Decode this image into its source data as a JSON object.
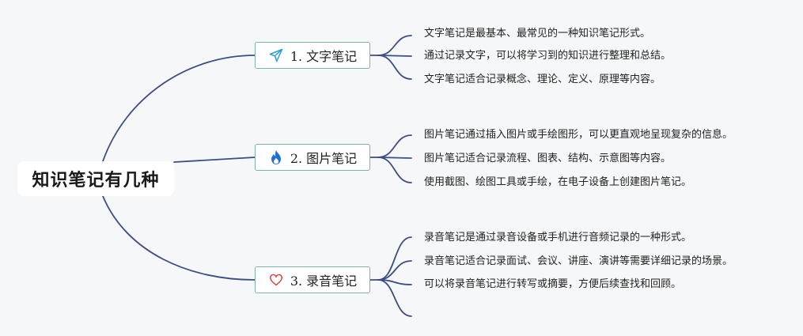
{
  "root": {
    "title": "知识笔记有几种"
  },
  "branches": [
    {
      "label": "1. 文字笔记",
      "icon": "paper-plane-icon",
      "items": [
        "文字笔记是最基本、最常见的一种知识笔记形式。",
        "通过记录文字，可以将学习到的知识进行整理和总结。",
        "文字笔记适合记录概念、理论、定义、原理等内容。"
      ]
    },
    {
      "label": "2. 图片笔记",
      "icon": "flame-icon",
      "items": [
        "图片笔记通过插入图片或手绘图形，可以更直观地呈现复杂的信息。",
        "图片笔记适合记录流程、图表、结构、示意图等内容。",
        "使用截图、绘图工具或手绘，在电子设备上创建图片笔记。"
      ]
    },
    {
      "label": "3. 录音笔记",
      "icon": "heart-icon",
      "items": [
        "录音笔记是通过录音设备或手机进行音频记录的一种形式。",
        "录音笔记适合记录面试、会议、讲座、演讲等需要详细记录的场景。",
        "可以将录音笔记进行转写或摘要，方便后续查找和回顾。",
        ""
      ]
    }
  ],
  "colors": {
    "line": "#3b4e82",
    "branch_border": "#7db3a9",
    "plane": "#2a9fd6",
    "flame": "#1f6fd6",
    "heart": "#d64545"
  }
}
